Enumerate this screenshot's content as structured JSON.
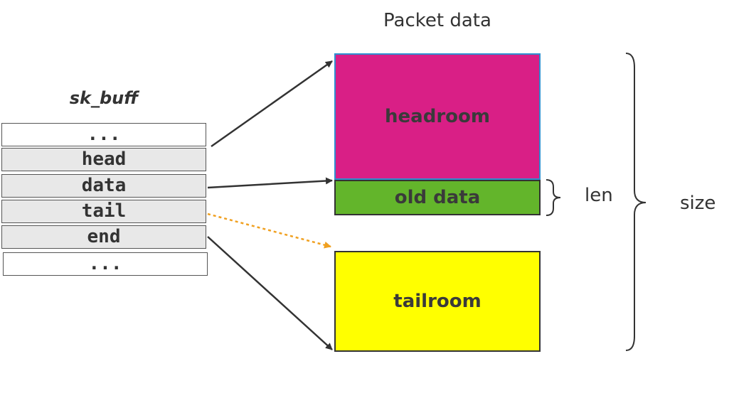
{
  "title": "Packet data",
  "struct_name": "sk_buff",
  "fields": [
    "...",
    "head",
    "data",
    "tail",
    "end",
    "..."
  ],
  "blocks": {
    "headroom": "headroom",
    "old_data": "old data",
    "tailroom": "tailroom"
  },
  "labels": {
    "len": "len",
    "size": "size"
  },
  "colors": {
    "headroom": "#d91f86",
    "old_data": "#63b52b",
    "tailroom": "#ffff00",
    "tail_arrow": "#f0a020"
  }
}
